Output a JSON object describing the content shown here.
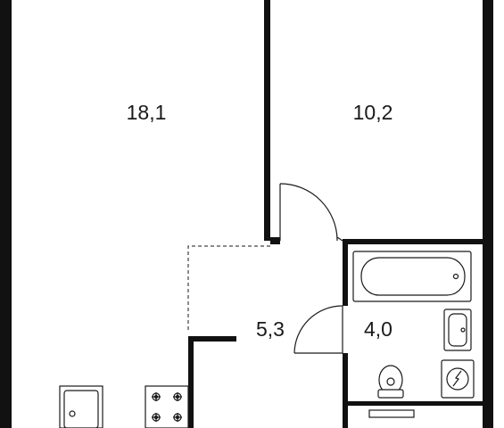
{
  "rooms": [
    {
      "id": "living-room",
      "area": "18,1"
    },
    {
      "id": "bedroom",
      "area": "10,2"
    },
    {
      "id": "hallway",
      "area": "5,3"
    },
    {
      "id": "bathroom",
      "area": "4,0"
    }
  ],
  "fixtures": [
    "bathtub",
    "sink",
    "toilet",
    "washing-machine",
    "kitchen-sink",
    "stove"
  ]
}
